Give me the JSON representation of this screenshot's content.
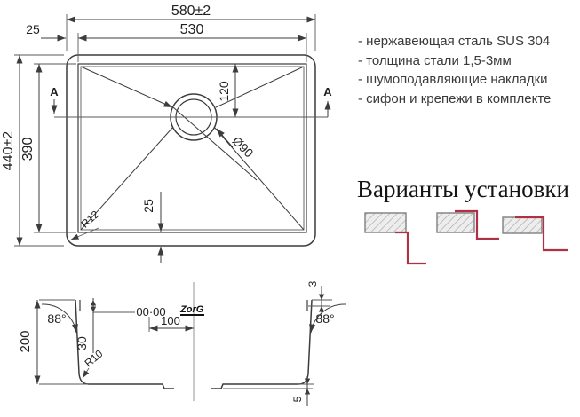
{
  "top_view": {
    "width_outer": "580±2",
    "width_inner": "530",
    "rim_left": "25",
    "height_outer": "440±2",
    "height_inner": "390",
    "drain_offset": "120",
    "drain_diameter": "Ø90",
    "rim_bottom": "25",
    "corner_radius": "R12",
    "section_marker_left": "A",
    "section_marker_right": "A"
  },
  "features": {
    "items": [
      "- нержавеющая сталь SUS 304",
      "- толщина стали 1,5-3мм",
      "- шумоподавляющие накладки",
      "- сифон и крепежи в комплекте"
    ]
  },
  "installation": {
    "title": "Варианты установки"
  },
  "section_view": {
    "depth": "200",
    "angle_left": "88°",
    "angle_right": "88°",
    "faucet_offset": "30",
    "faucet_holes": "00·00",
    "drain_to_center": "100",
    "bottom_radius": "R10",
    "rim_height": "3",
    "recess_depth": "5",
    "brand": "ZorG"
  }
}
